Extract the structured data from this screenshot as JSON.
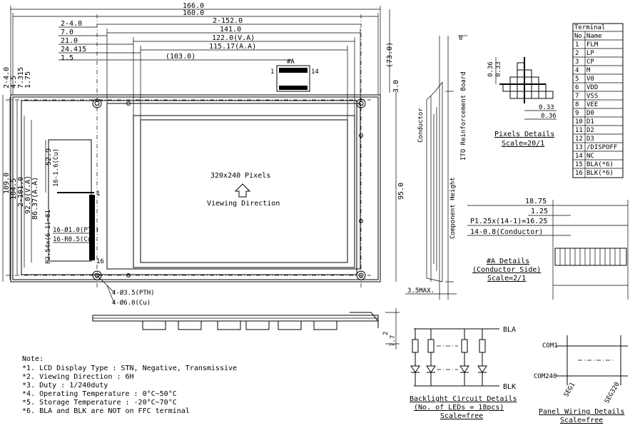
{
  "top_dims": {
    "d166": "166.0",
    "d160": "160.0",
    "d2_152": "2-152.0",
    "d141": "141.0",
    "d122": "122.0(V.A)",
    "d115": "115.17(A.A)",
    "d103": "(103.0)",
    "d2_4": "2-4.0",
    "d7": "7.0",
    "d21": "21.0",
    "d24": "24.415",
    "d1_5": "1.5",
    "d73": "(73.0)",
    "d3": "3.0"
  },
  "left_dims": {
    "d109": "109.0",
    "d104": "104.5",
    "d2_101": "2-101.0",
    "d92": "92.0(V.A)",
    "d86": "86.37(A.A)",
    "d2_4": "2-4.0",
    "d4_5": "4.5",
    "d7_315": "7.315",
    "d1_75": "1.75",
    "d52_9": "52.9",
    "d16_1_6": "16-1.6(Cu)",
    "d_p254": "P2.54x(6-1)=81",
    "d16_loop": "16-Ø1.0(PTH)",
    "d16_r": "16-R0.5(Cu)"
  },
  "connector": {
    "label": "#A",
    "pin_left": "1",
    "pin_right": "14"
  },
  "pcb_pins": {
    "first": "1",
    "last": "16"
  },
  "display": {
    "pixels": "320x240 Pixels",
    "viewing": "Viewing Direction"
  },
  "holes": {
    "pth": "4-Ø3.5(PTH)",
    "cu": "4-Ø6.0(Cu)"
  },
  "side_view": {
    "d95": "95.0",
    "conductor": "Conductor",
    "ito": "ITO Reinforcement Board",
    "component_height": "Component Height",
    "d0": "0",
    "d3_5max": "3.5MAX."
  },
  "terminal_table": {
    "title": "Terminal",
    "headers": [
      "No.",
      "Name"
    ],
    "rows": [
      [
        "1",
        "FLM"
      ],
      [
        "2",
        "LP"
      ],
      [
        "3",
        "CP"
      ],
      [
        "4",
        "M"
      ],
      [
        "5",
        "V0"
      ],
      [
        "6",
        "VDD"
      ],
      [
        "7",
        "VSS"
      ],
      [
        "8",
        "VEE"
      ],
      [
        "9",
        "D0"
      ],
      [
        "10",
        "D1"
      ],
      [
        "11",
        "D2"
      ],
      [
        "12",
        "D3"
      ],
      [
        "13",
        "/DISPOFF"
      ],
      [
        "14",
        "NC"
      ],
      [
        "15",
        "BLA(*6)"
      ],
      [
        "16",
        "BLK(*6)"
      ]
    ]
  },
  "pixel_details": {
    "d036": "0.36",
    "d033": "0.33",
    "d033b": "0.33",
    "d036b": "0.36",
    "title": "Pixels Details",
    "scale": "Scale=20/1"
  },
  "conductor_details": {
    "d18_75": "18.75",
    "d1_25": "1.25",
    "pitch": "P1.25x(14-1)=16.25",
    "width": "14-0.8(Conductor)",
    "title": "#A Details",
    "subtitle": "(Conductor Side)",
    "scale": "Scale=2/1"
  },
  "bottom_view": {
    "d2": "2",
    "d7_7": "7.7"
  },
  "notes": {
    "title": "Note:",
    "lines": [
      "*1. LCD Display Type : STN, Negative, Transmissive",
      "*2. Viewing Direction : 6H",
      "*3. Duty : 1/240duty",
      "*4. Operating Temperature : 0°C~50°C",
      "*5. Storage Temperature : -20°C~70°C",
      "*6. BLA and BLK are NOT on FFC terminal"
    ]
  },
  "backlight": {
    "bla": "BLA",
    "blk": "BLK",
    "title": "Backlight Circuit Details",
    "subtitle": "(No. of LEDs = 18pcs)",
    "scale": "Scale=free"
  },
  "panel_wiring": {
    "com1": "COM1",
    "com240": "COM240",
    "seg1": "SEG1",
    "seg320": "SEG320",
    "title": "Panel Wiring Details",
    "scale": "Scale=free"
  }
}
